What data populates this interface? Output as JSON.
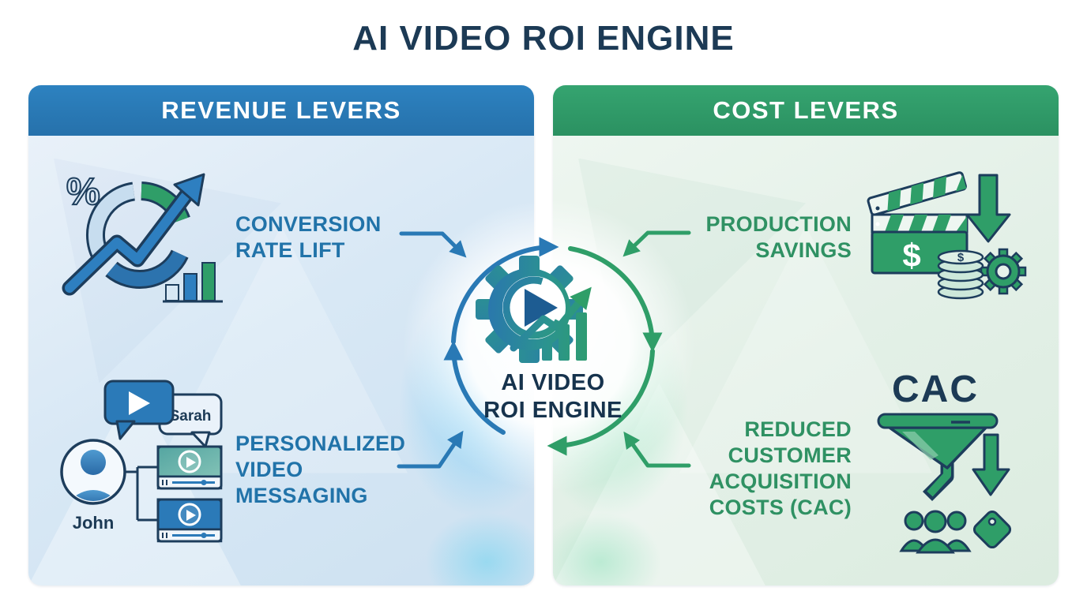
{
  "title": "AI VIDEO ROI ENGINE",
  "center": {
    "name_lines": [
      "AI VIDEO",
      "ROI ENGINE"
    ]
  },
  "revenue_panel": {
    "header": "REVENUE LEVERS",
    "conversion_label_lines": [
      "CONVERSION",
      "RATE LIFT"
    ],
    "personalized_label_lines": [
      "PERSONALIZED",
      "VIDEO",
      "MESSAGING"
    ],
    "percent_symbol": "%",
    "viewer_names": {
      "sarah": "Sarah",
      "john": "John"
    }
  },
  "cost_panel": {
    "header": "COST LEVERS",
    "production_label_lines": [
      "PRODUCTION",
      "SAVINGS"
    ],
    "reduced_cac_label_lines": [
      "REDUCED",
      "CUSTOMER",
      "ACQUISITION",
      "COSTS (CAC)"
    ],
    "cac_heading": "CAC",
    "dollar_symbol": "$"
  },
  "colors": {
    "navy": "#1c3a55",
    "blue_header": "#2979b5",
    "green_header": "#2f9e68",
    "blue_text": "#2173a9",
    "green_text": "#2f9163",
    "left_body": "#d8e8f5",
    "right_body": "#e3f0e7"
  }
}
